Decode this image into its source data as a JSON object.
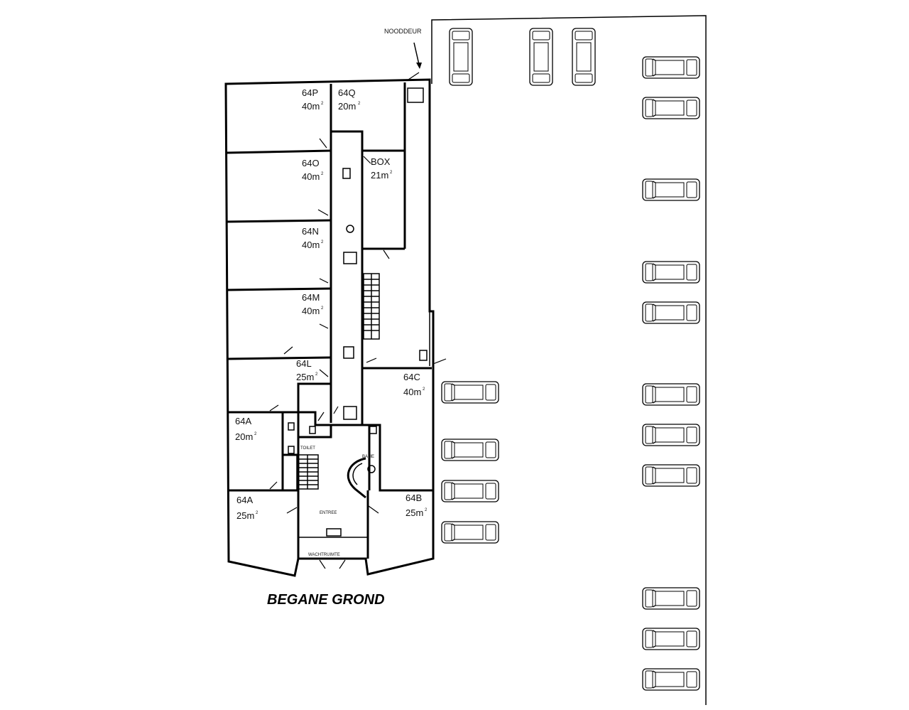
{
  "plan_title": "BEGANE GROND",
  "emergency_exit_label": "NOODDEUR",
  "units": [
    {
      "id": "64P",
      "area": "40m",
      "sup": "2"
    },
    {
      "id": "64Q",
      "area": "20m",
      "sup": "2"
    },
    {
      "id": "64O",
      "area": "40m",
      "sup": "2"
    },
    {
      "id": "BOX",
      "area": "21m",
      "sup": "2"
    },
    {
      "id": "64N",
      "area": "40m",
      "sup": "2"
    },
    {
      "id": "64M",
      "area": "40m",
      "sup": "2"
    },
    {
      "id": "64L",
      "area": "25m",
      "sup": "2"
    },
    {
      "id": "64C",
      "area": "40m",
      "sup": "2"
    },
    {
      "id": "64A",
      "area": "20m",
      "sup": "2"
    },
    {
      "id": "64A",
      "area": "25m",
      "sup": "2"
    },
    {
      "id": "64B",
      "area": "25m",
      "sup": "2"
    }
  ],
  "rooms": {
    "toilet": "TOILET",
    "reception": "BALIE",
    "entrance": "ENTREE",
    "waiting_room": "WACHTRUIMTE"
  }
}
